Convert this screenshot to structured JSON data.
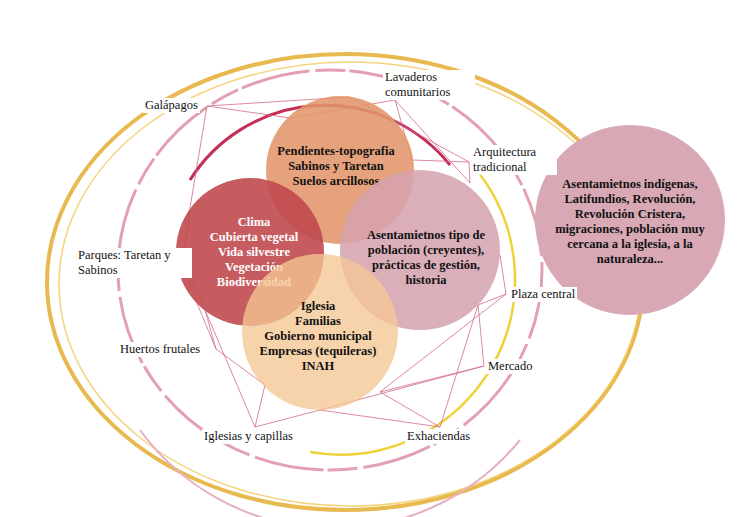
{
  "diagram": {
    "nodes": [
      {
        "text": [
          "Pendientes-topografia",
          "Sabinos y Taretan",
          "Suelos arcillosos"
        ]
      },
      {
        "text": [
          "Clima",
          "Cubierta vegetal",
          "Vida silvestre",
          "Vegetación",
          "Biodiversidad"
        ]
      },
      {
        "text": [
          "Asentamietnos tipo de población (creyentes), prácticas de gestión, historia"
        ]
      },
      {
        "text": [
          "Iglesia",
          "Familias",
          "Gobierno municipal",
          "Empresas (tequileras)",
          "INAH"
        ]
      },
      {
        "text": [
          "Asentamietnos indígenas, Latifundios, Revolución, Revolución Cristera, migraciones, población muy cercana a la iglesia, a la naturaleza..."
        ]
      }
    ],
    "labels": [
      "Lavaderos comunitarios",
      "Galápagos",
      "Arquitectura tradicional",
      "Parques: Taretan y Sabinos",
      "Plaza central",
      "Huertos frutales",
      "Mercado",
      "Iglesias y capillas",
      "Exhaciendas"
    ]
  }
}
